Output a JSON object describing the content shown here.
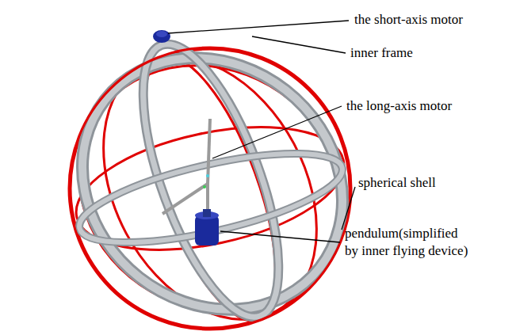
{
  "diagram": {
    "labels": [
      "the short-axis motor",
      "inner frame",
      "the long-axis motor",
      "spherical shell",
      "pendulum(simplified by inner flying device)"
    ]
  }
}
